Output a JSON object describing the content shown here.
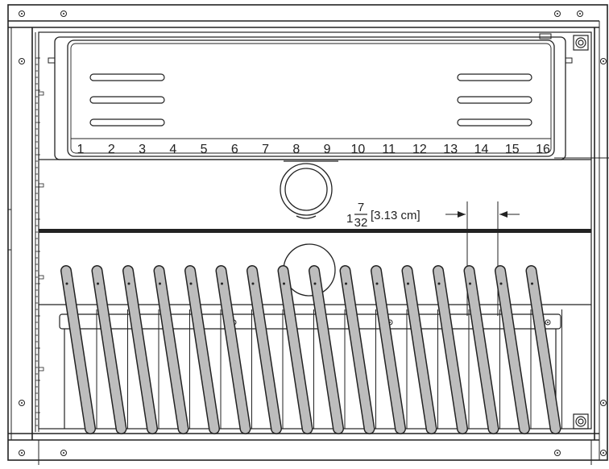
{
  "drawing": {
    "slot_numbers": [
      "1",
      "2",
      "3",
      "4",
      "5",
      "6",
      "7",
      "8",
      "9",
      "10",
      "11",
      "12",
      "13",
      "14",
      "15",
      "16"
    ],
    "dimension": {
      "whole": "1",
      "numerator": "7",
      "denominator": "32",
      "metric": "[3.13 cm]"
    }
  }
}
